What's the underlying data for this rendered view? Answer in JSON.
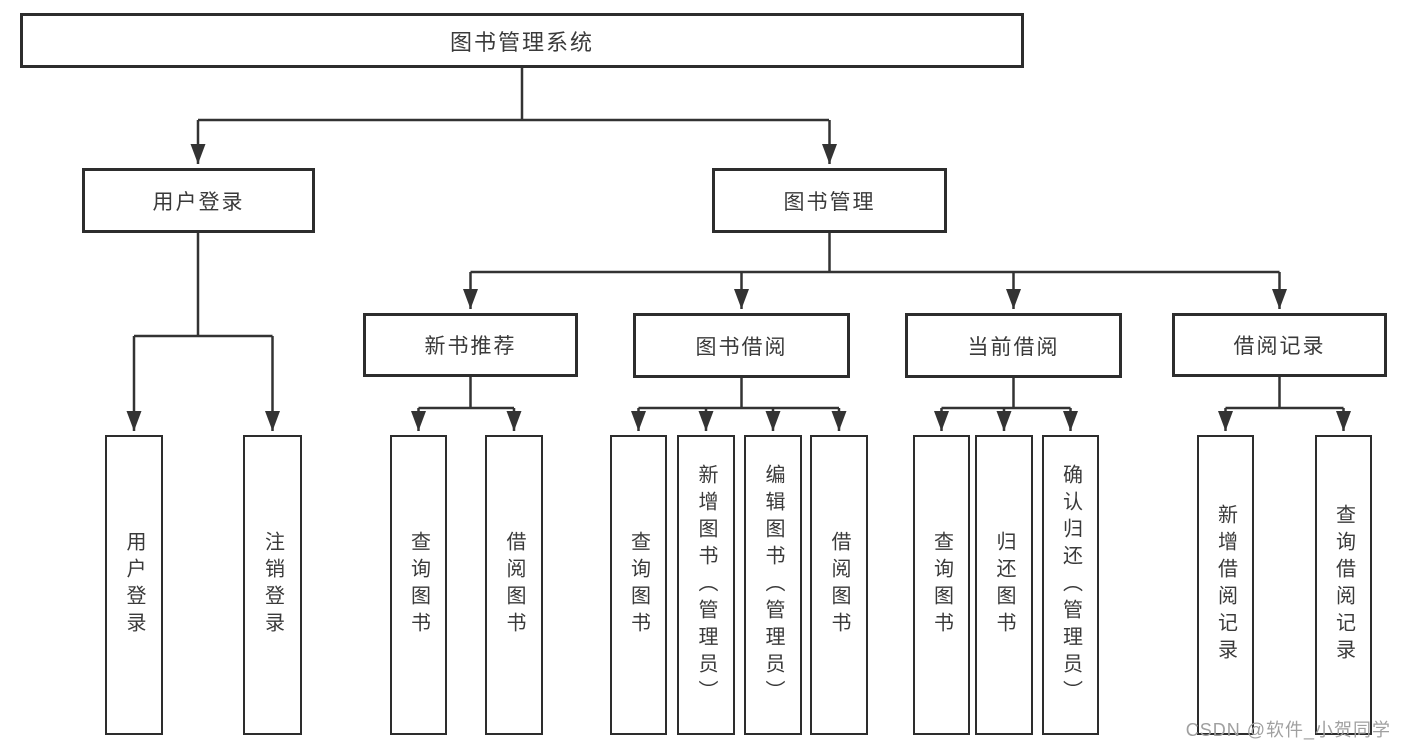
{
  "diagram": {
    "title": "图书管理系统",
    "root": {
      "label": "图书管理系统"
    },
    "branches": {
      "user_login": {
        "label": "用户登录"
      },
      "book_mgmt": {
        "label": "图书管理"
      }
    },
    "modules": {
      "new_books": {
        "label": "新书推荐"
      },
      "book_borrow": {
        "label": "图书借阅"
      },
      "current_borrow": {
        "label": "当前借阅"
      },
      "borrow_records": {
        "label": "借阅记录"
      }
    },
    "leaves": {
      "login": "用户登录",
      "logout": "注销登录",
      "nb_query": "查询图书",
      "nb_borrow": "借阅图书",
      "bb_query": "查询图书",
      "bb_add": "新增图书（管理员）",
      "bb_edit": "编辑图书（管理员）",
      "bb_borrow": "借阅图书",
      "cb_query": "查询图书",
      "cb_return": "归还图书",
      "cb_confirm": "确认归还（管理员）",
      "br_add": "新增借阅记录",
      "br_query": "查询借阅记录"
    },
    "watermark": "CSDN @软件_小贺同学",
    "colors": {
      "line": "#333333",
      "border": "#2d2d2d",
      "text": "#3a3a3a",
      "watermark": "#a0a0a0",
      "background": "#ffffff"
    }
  }
}
